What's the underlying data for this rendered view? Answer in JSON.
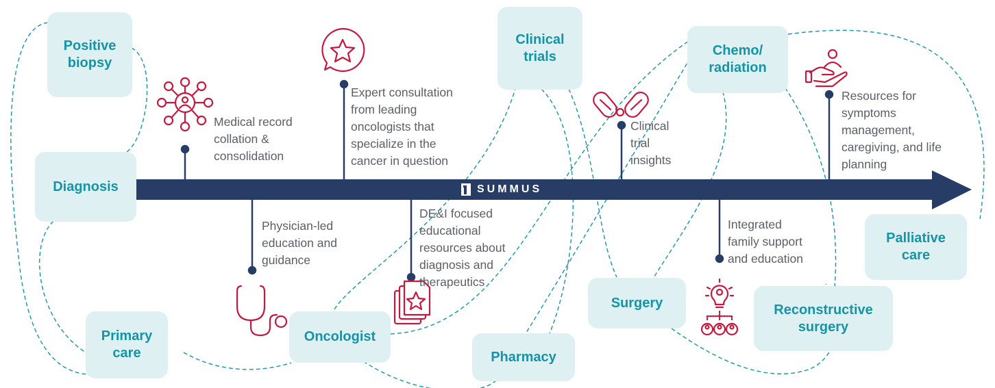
{
  "brand": {
    "name": "SUMMUS",
    "logo_icon": "summus-logo-icon"
  },
  "colors": {
    "timeline": "#283d65",
    "accent_teal": "#1594a6",
    "stage_fill": "#dff0f3",
    "icon_crimson": "#c8173f",
    "note_text": "#5b6066"
  },
  "stages": {
    "positive_biopsy": {
      "line1": "Positive",
      "line2": "biopsy"
    },
    "diagnosis": {
      "line1": "Diagnosis"
    },
    "primary_care": {
      "line1": "Primary",
      "line2": "care"
    },
    "oncologist": {
      "line1": "Oncologist"
    },
    "clinical_trials": {
      "line1": "Clinical",
      "line2": "trials"
    },
    "pharmacy": {
      "line1": "Pharmacy"
    },
    "surgery": {
      "line1": "Surgery"
    },
    "chemo_radiation": {
      "line1": "Chemo/",
      "line2": "radiation"
    },
    "reconstructive_surgery": {
      "line1": "Reconstructive",
      "line2": "surgery"
    },
    "palliative_care": {
      "line1": "Palliative",
      "line2": "care"
    }
  },
  "notes": {
    "medical_record": {
      "icon": "network-people-icon",
      "lines": [
        "Medical record",
        "collation &",
        "consolidation"
      ]
    },
    "expert_consultation": {
      "icon": "star-chat-icon",
      "lines": [
        "Expert consultation",
        "from leading",
        "oncologists that",
        "specialize in the",
        "cancer in question"
      ]
    },
    "physician_led": {
      "icon": "stethoscope-icon",
      "lines": [
        "Physician-led",
        "education and",
        "guidance"
      ]
    },
    "dei_resources": {
      "icon": "documents-star-icon",
      "lines": [
        "DE&I focused",
        "educational",
        "resources about",
        "diagnosis and",
        "therapeutics"
      ]
    },
    "clinical_trial_insights": {
      "icon": "pills-icon",
      "lines": [
        "Clinical",
        "trial",
        "insights"
      ]
    },
    "family_support": {
      "icon": "lightbulb-team-icon",
      "lines": [
        "Integrated",
        "family support",
        "and education"
      ]
    },
    "resources_symptoms": {
      "icon": "hand-person-icon",
      "lines": [
        "Resources for",
        "symptoms",
        "management,",
        "caregiving, and life",
        "planning"
      ]
    }
  }
}
